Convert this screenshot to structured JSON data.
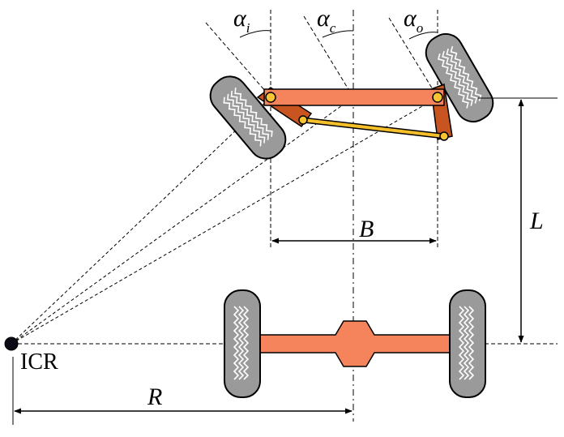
{
  "labels": {
    "alpha_i": {
      "main": "α",
      "sub": "i"
    },
    "alpha_c": {
      "main": "α",
      "sub": "c"
    },
    "alpha_o": {
      "main": "α",
      "sub": "o"
    },
    "track_width": "B",
    "wheelbase": "L",
    "turn_radius": "R",
    "icr": "ICR"
  },
  "colors": {
    "axle_body": "#f5845c",
    "arm_dark": "#c8551f",
    "tie_rod": "#f5c02a",
    "pivot": "#f7c531",
    "tire_fill": "#9a9a9a",
    "tread": "#ffffff",
    "outline": "#000000",
    "icr_point": "#0a0a14"
  }
}
